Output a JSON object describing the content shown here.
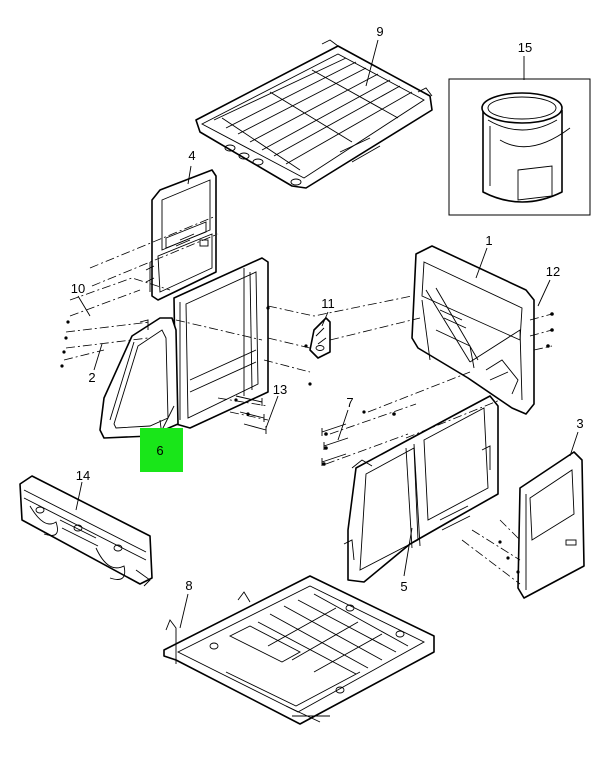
{
  "callouts": {
    "c1": "1",
    "c2": "2",
    "c3": "3",
    "c4": "4",
    "c5": "5",
    "c6": "6",
    "c7": "7",
    "c8": "8",
    "c9": "9",
    "c10": "10",
    "c11": "11",
    "c12": "12",
    "c13": "13",
    "c14": "14",
    "c15": "15"
  },
  "highlight": {
    "callout": "6",
    "color": "#19e619"
  },
  "colors": {
    "line": "#000000",
    "background": "#ffffff"
  }
}
